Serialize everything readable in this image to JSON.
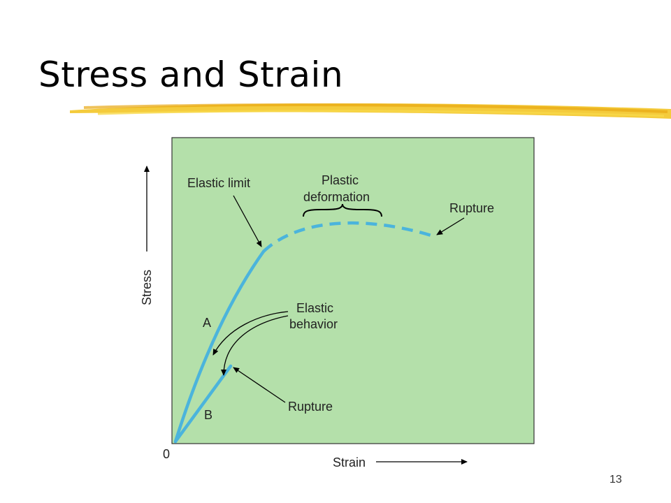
{
  "title": "Stress and Strain",
  "page_number": "13",
  "colors": {
    "panel": "#b4e0aa",
    "curve": "#4bb4dc",
    "highlight": "#f2c21a"
  },
  "diagram": {
    "axis_y_label": "Stress",
    "axis_x_label": "Strain",
    "origin_label": "0",
    "labels": {
      "elastic_limit": "Elastic limit",
      "plastic_line1": "Plastic",
      "plastic_line2": "deformation",
      "rupture_top": "Rupture",
      "elastic_line1": "Elastic",
      "elastic_line2": "behavior",
      "rupture_bottom": "Rupture",
      "curve_a": "A",
      "curve_b": "B"
    }
  }
}
